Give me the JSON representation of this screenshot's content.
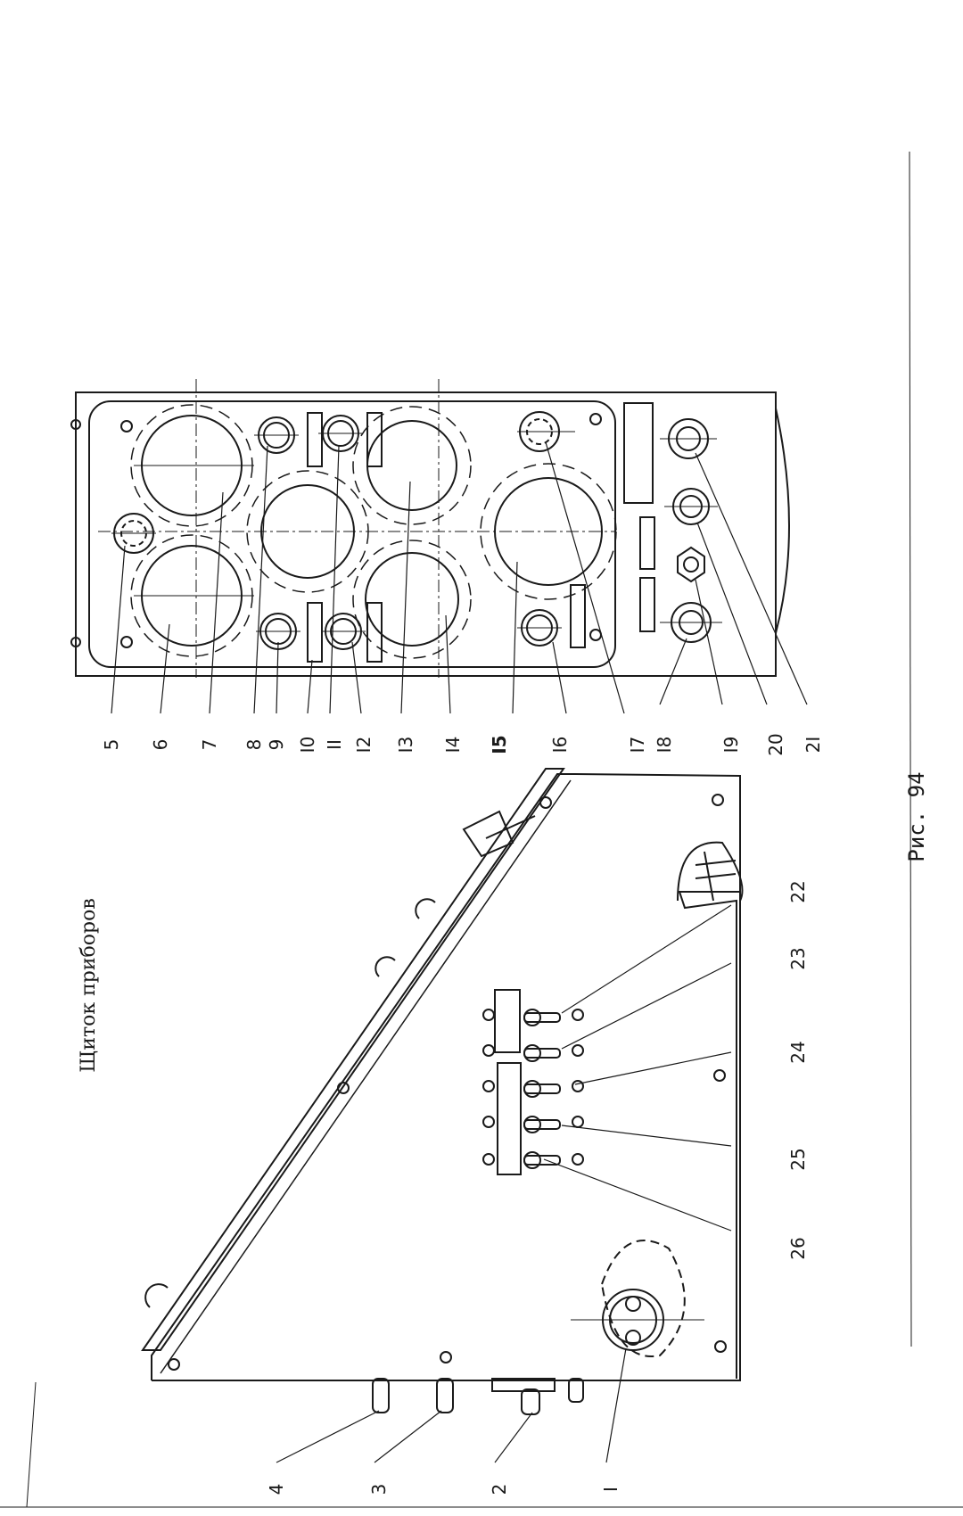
{
  "title": "Щиток приборов",
  "caption": "Рис. 94",
  "callouts": {
    "c1": "I",
    "c2": "2",
    "c3": "3",
    "c4": "4",
    "c5": "5",
    "c6": "6",
    "c7": "7",
    "c8": "8",
    "c9": "9",
    "c10": "I0",
    "c11": "II",
    "c12": "I2",
    "c13": "I3",
    "c14": "I4",
    "c15": "I5",
    "c16": "I6",
    "c17": "I7",
    "c18": "I8",
    "c19": "I9",
    "c20": "20",
    "c21": "2I",
    "c22": "22",
    "c23": "23",
    "c24": "24",
    "c25": "25",
    "c26": "26"
  }
}
